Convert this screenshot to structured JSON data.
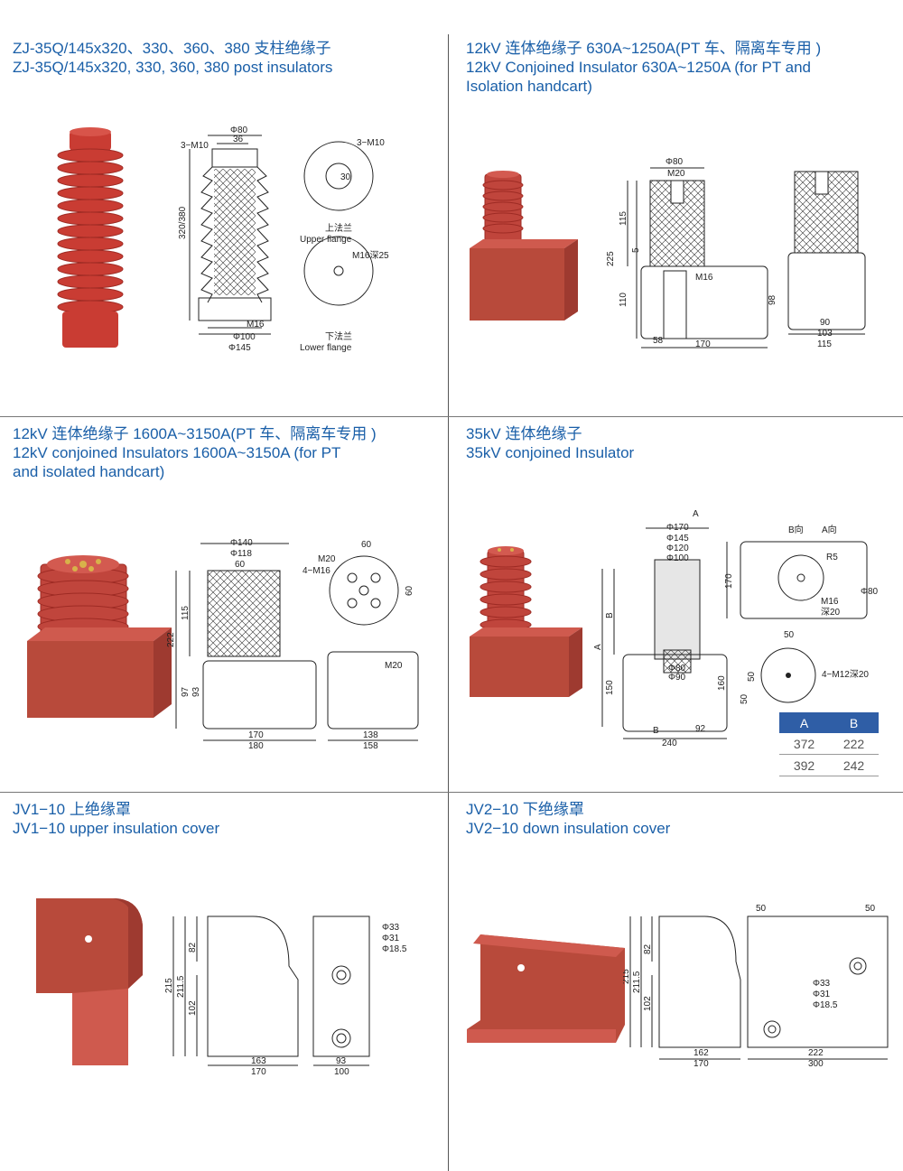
{
  "sections": [
    {
      "title_cn": "ZJ-35Q/145x320、330、360、380 支柱绝缘子",
      "title_en": "ZJ-35Q/145x320, 330, 360, 380 post insulators"
    },
    {
      "title_cn": "12kV 连体绝缘子 630A~1250A(PT 车、隔离车专用 )",
      "title_en": "12kV Conjoined Insulator 630A~1250A (for PT and",
      "title_en2": "Isolation handcart)"
    },
    {
      "title_cn": "12kV 连体绝缘子 1600A~3150A(PT 车、隔离车专用 )",
      "title_en": "12kV conjoined Insulators 1600A~3150A (for PT",
      "title_en2": "and isolated handcart)"
    },
    {
      "title_cn": "35kV 连体绝缘子",
      "title_en": "35kV conjoined Insulator"
    },
    {
      "title_cn": "JV1−10 上绝缘罩",
      "title_en": "JV1−10 upper insulation cover"
    },
    {
      "title_cn": "JV2−10 下绝缘罩",
      "title_en": "JV2−10 down insulation cover"
    }
  ],
  "dims": {
    "s1": {
      "d80": "Φ80",
      "m10a": "3−M10",
      "d36": "36",
      "h": "320/380",
      "m10b": "3−M10",
      "upper_cn": "上法兰",
      "upper_en": "Upper flange",
      "m16deep": "M16深25",
      "m16": "M16",
      "d100": "Φ100",
      "d145": "Φ145",
      "lower_cn": "下法兰",
      "lower_en": "Lower flange",
      "c30": "30"
    },
    "s2": {
      "d80": "Φ80",
      "m20": "M20",
      "h115": "115",
      "h225": "225",
      "h5": "5",
      "h110": "110",
      "m16": "M16",
      "h98": "98",
      "w58": "58",
      "w170": "170",
      "w90": "90",
      "w103": "103",
      "w115": "115"
    },
    "s3": {
      "d140": "Φ140",
      "d118": "Φ118",
      "w60": "60",
      "h115": "115",
      "h222": "222",
      "h97": "97",
      "h93": "93",
      "w170": "170",
      "w180": "180",
      "m20": "M20",
      "m16": "4−M16",
      "c60a": "60",
      "c60b": "60",
      "m20b": "M20",
      "w138": "138",
      "w158": "158"
    },
    "s4": {
      "a": "A",
      "d170": "Φ170",
      "d145": "Φ145",
      "d120": "Φ120",
      "d100": "Φ100",
      "lA": "A",
      "lB": "B",
      "h150": "150",
      "d80": "Φ80",
      "d90": "Φ90",
      "h160": "160",
      "b": "B",
      "w92": "92",
      "w240": "240",
      "bdir": "B向",
      "adir": "A向",
      "r5": "R5",
      "h170": "170",
      "p80": "Φ80",
      "m16": "M16",
      "deep20": "深20",
      "c50a": "50",
      "c50b": "50",
      "c50c": "50",
      "m12": "4−M12深20"
    },
    "s5": {
      "d33": "Φ33",
      "d31": "Φ31",
      "d185": "Φ18.5",
      "h82": "82",
      "h215": "215",
      "h2115": "211.5",
      "h102": "102",
      "w163": "163",
      "w170": "170",
      "w93": "93",
      "w100": "100"
    },
    "s6": {
      "c50a": "50",
      "c50b": "50",
      "h82": "82",
      "h215": "215",
      "h2115": "211.5",
      "h102": "102",
      "d33": "Φ33",
      "d31": "Φ31",
      "d185": "Φ18.5",
      "w162": "162",
      "w170": "170",
      "w222": "222",
      "w300": "300"
    }
  },
  "ab_table": {
    "headers": [
      "A",
      "B"
    ],
    "rows": [
      [
        "372",
        "222"
      ],
      [
        "392",
        "242"
      ]
    ]
  },
  "colors": {
    "title": "#1a5fa8",
    "red": "#c93c33",
    "red_dark": "#9e2b24",
    "cover": "#b84a3b",
    "table_header": "#2f5ea6"
  }
}
